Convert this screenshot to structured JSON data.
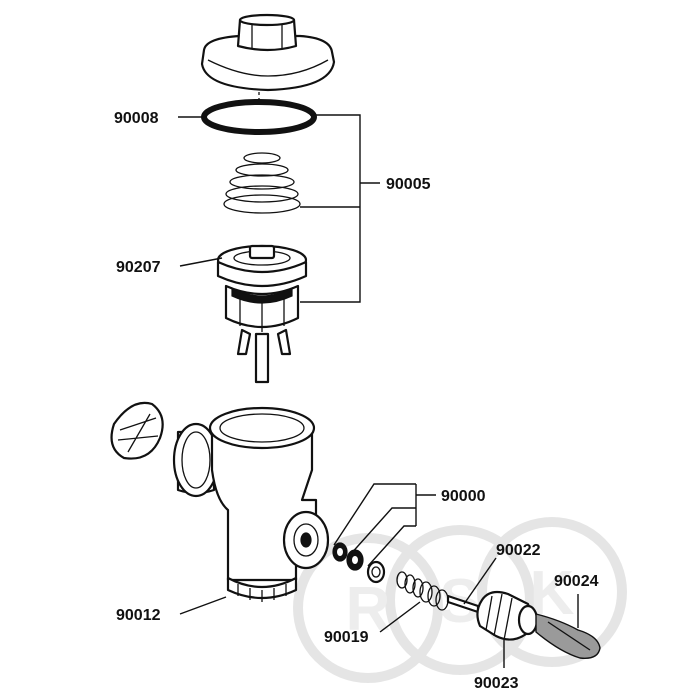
{
  "watermark": {
    "letters": [
      "R",
      "S",
      "K"
    ]
  },
  "parts": {
    "p90008": "90008",
    "p90005": "90005",
    "p90207": "90207",
    "p90000": "90000",
    "p90022": "90022",
    "p90024": "90024",
    "p90012": "90012",
    "p90019": "90019",
    "p90023": "90023"
  }
}
